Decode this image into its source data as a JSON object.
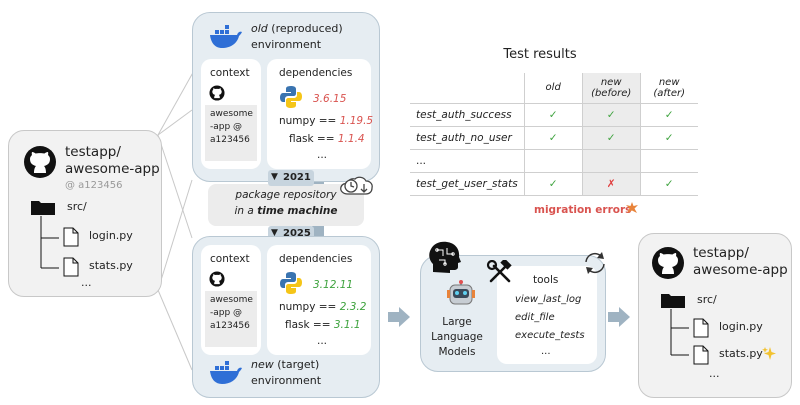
{
  "source_repo": {
    "name_line1": "testapp/",
    "name_line2": "awesome-app",
    "commit": "@ a123456",
    "folder": "src/",
    "files": [
      "login.py",
      "stats.py"
    ],
    "ellipsis": "..."
  },
  "old_env": {
    "title_italic": "old",
    "title_rest": " (reproduced)",
    "title_line2": "environment",
    "context_label": "context",
    "context_lines": [
      "awesome",
      "-app @",
      "a123456"
    ],
    "deps_label": "dependencies",
    "python_version": "3.6.15",
    "deps": [
      {
        "name": "numpy == ",
        "version": "1.19.5"
      },
      {
        "name": "flask == ",
        "version": "1.1.4"
      }
    ],
    "ellipsis": "..."
  },
  "time_machine": {
    "year_old": "2021",
    "year_new": "2025",
    "line1": "package repository",
    "line2_prefix": "in a ",
    "line2_bold": "time machine"
  },
  "new_env": {
    "title_italic": "new",
    "title_rest": " (target)",
    "title_line2": "environment",
    "context_label": "context",
    "context_lines": [
      "awesome",
      "-app @",
      "a123456"
    ],
    "deps_label": "dependencies",
    "python_version": "3.12.11",
    "deps": [
      {
        "name": "numpy == ",
        "version": "2.3.2"
      },
      {
        "name": "flask == ",
        "version": "3.1.1"
      }
    ],
    "ellipsis": "..."
  },
  "test_results": {
    "title": "Test results",
    "headers": [
      "old",
      "new\n(before)",
      "new\n(after)"
    ],
    "rows": [
      {
        "name": "test_auth_success",
        "cells": [
          "✓",
          "✓",
          "✓"
        ]
      },
      {
        "name": "test_auth_no_user",
        "cells": [
          "✓",
          "✓",
          "✓"
        ]
      },
      {
        "name": "...",
        "cells": [
          "",
          "",
          ""
        ]
      },
      {
        "name": "test_get_user_stats",
        "cells": [
          "✓",
          "✗",
          "✓"
        ]
      }
    ],
    "migration_label": "migration errors"
  },
  "llm": {
    "label_lines": [
      "Large",
      "Language",
      "Models"
    ],
    "tools_label": "tools",
    "tools": [
      "view_last_log",
      "edit_file",
      "execute_tests"
    ],
    "ellipsis": "..."
  },
  "target_repo": {
    "name_line1": "testapp/",
    "name_line2": "awesome-app",
    "folder": "src/",
    "files": [
      "login.py",
      "stats.py"
    ],
    "ellipsis": "..."
  },
  "colors": {
    "old_version": "#d9534f",
    "new_version": "#3fa33f",
    "docker_blue": "#2f6fd6",
    "arrow": "#9fb3c2"
  }
}
